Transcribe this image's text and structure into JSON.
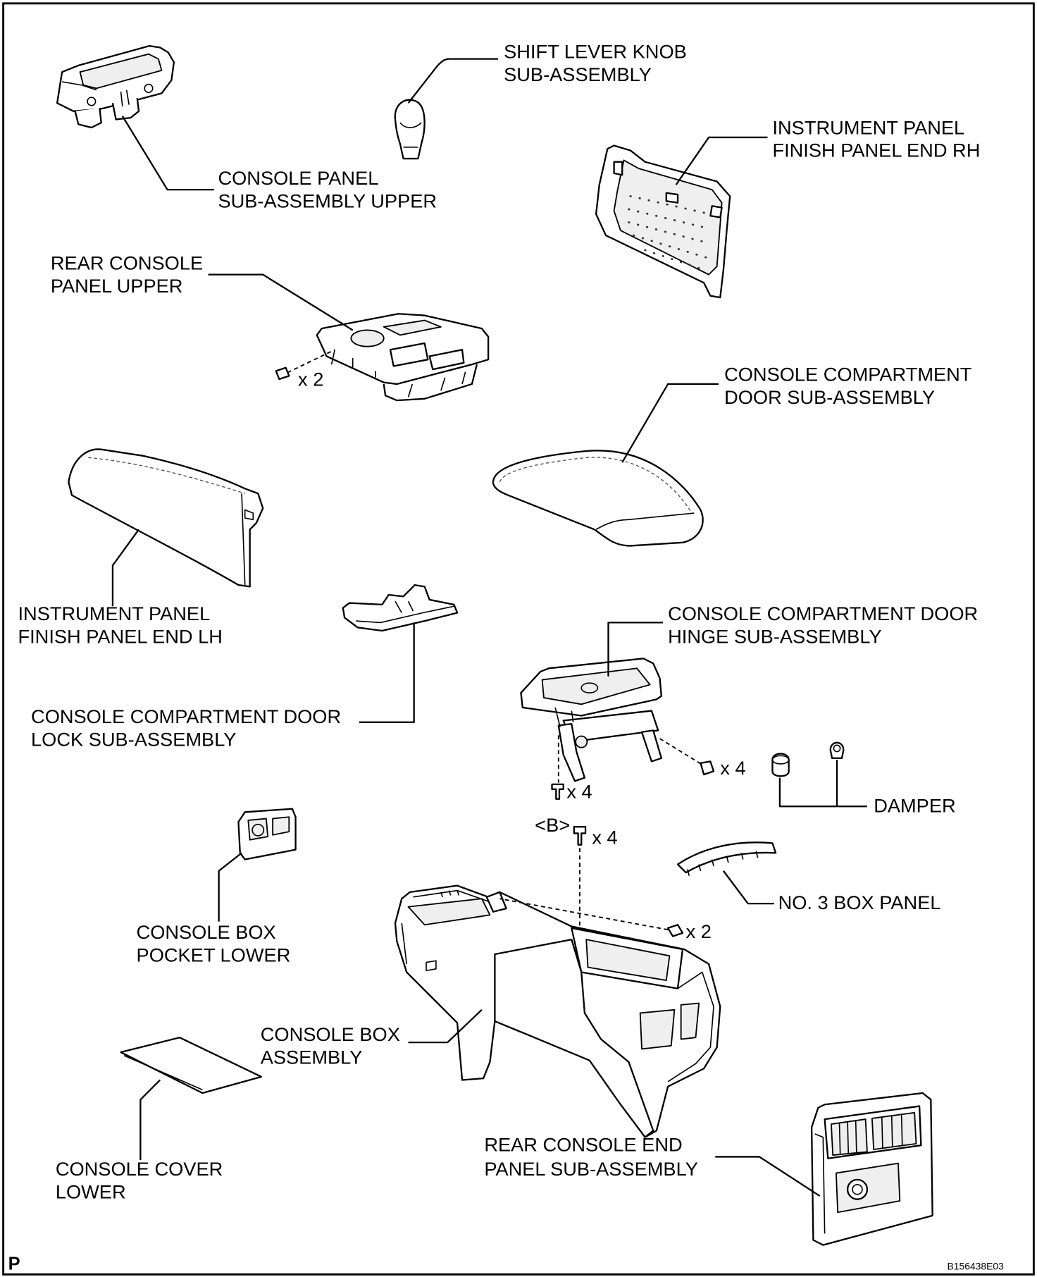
{
  "diagram": {
    "corner_mark": "P",
    "figure_code": "B156438E03",
    "labels": {
      "shift_lever_knob": [
        "SHIFT LEVER KNOB",
        "SUB-ASSEMBLY"
      ],
      "console_panel_upper": [
        "CONSOLE PANEL",
        "SUB-ASSEMBLY UPPER"
      ],
      "instrument_panel_rh": [
        "INSTRUMENT PANEL",
        "FINISH PANEL END RH"
      ],
      "rear_console_panel_upper": [
        "REAR CONSOLE",
        "PANEL UPPER"
      ],
      "console_compartment_door": [
        "CONSOLE COMPARTMENT",
        "DOOR SUB-ASSEMBLY"
      ],
      "instrument_panel_lh": [
        "INSTRUMENT PANEL",
        "FINISH PANEL END LH"
      ],
      "door_hinge": [
        "CONSOLE COMPARTMENT DOOR",
        "HINGE SUB-ASSEMBLY"
      ],
      "door_lock": [
        "CONSOLE COMPARTMENT DOOR",
        "LOCK SUB-ASSEMBLY"
      ],
      "damper": [
        "DAMPER"
      ],
      "no3_box_panel": [
        "NO. 3 BOX PANEL"
      ],
      "box_pocket_lower": [
        "CONSOLE BOX",
        "POCKET LOWER"
      ],
      "console_box": [
        "CONSOLE BOX",
        "ASSEMBLY"
      ],
      "rear_end_panel": [
        "REAR CONSOLE END",
        "PANEL SUB-ASSEMBLY"
      ],
      "cover_lower": [
        "CONSOLE COVER",
        "LOWER"
      ]
    },
    "fasteners": {
      "rear_console_panel_screws": "x 2",
      "hinge_screws_right": "x 4",
      "hinge_screws_left": "x 4",
      "bolt_mark": "<B>",
      "bolt_qty": "x 4",
      "console_box_screws": "x 2"
    }
  }
}
